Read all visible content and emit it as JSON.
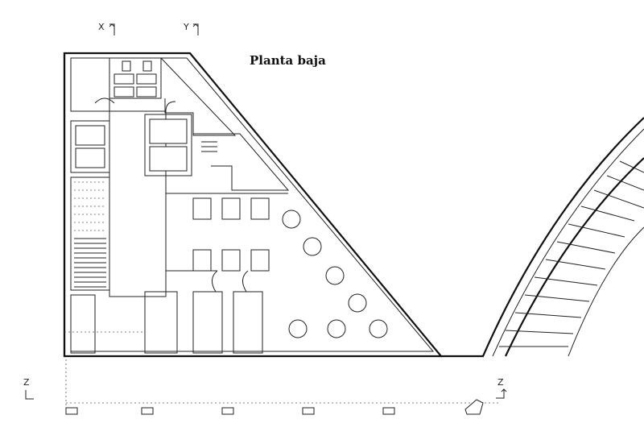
{
  "title": "Planta baja",
  "section_marks": {
    "x_label": "X",
    "y_label": "Y",
    "z_left_label": "Z",
    "z_right_label": "Z"
  },
  "colors": {
    "line": "#111111",
    "background": "#ffffff"
  }
}
